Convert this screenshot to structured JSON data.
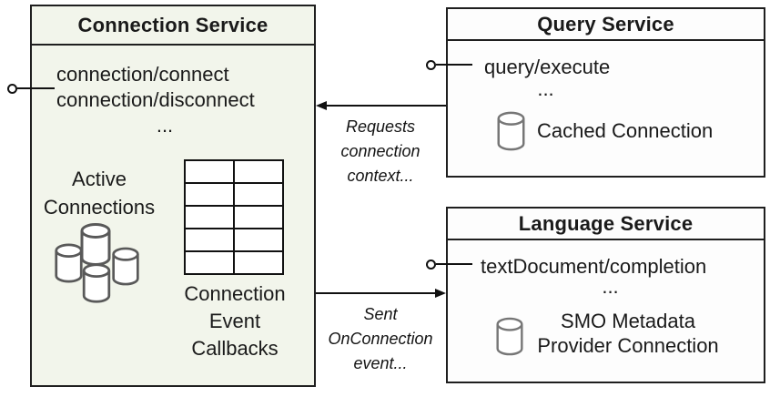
{
  "colors": {
    "connection_box_fill": "#f2f5eb",
    "service_box_fill": "#fdfdfd",
    "box_border": "#1f1f1f",
    "cluster_cylinder_stroke": "#595959",
    "single_cylinder_stroke": "#767676",
    "text": "#1a1a1a"
  },
  "connection_service": {
    "title": "Connection Service",
    "methods": [
      "connection/connect",
      "connection/disconnect"
    ],
    "ellipsis": "...",
    "active_connections": [
      "Active",
      "Connections"
    ],
    "callbacks": [
      "Connection",
      "Event",
      "Callbacks"
    ]
  },
  "query_service": {
    "title": "Query Service",
    "method": "query/execute",
    "ellipsis": "...",
    "store": "Cached Connection"
  },
  "language_service": {
    "title": "Language Service",
    "method": "textDocument/completion",
    "ellipsis": "...",
    "store": [
      "SMO Metadata",
      "Provider Connection"
    ]
  },
  "arrows": {
    "requests_context": [
      "Requests",
      "connection",
      "context..."
    ],
    "sent_event": [
      "Sent",
      "OnConnection",
      "event..."
    ]
  }
}
